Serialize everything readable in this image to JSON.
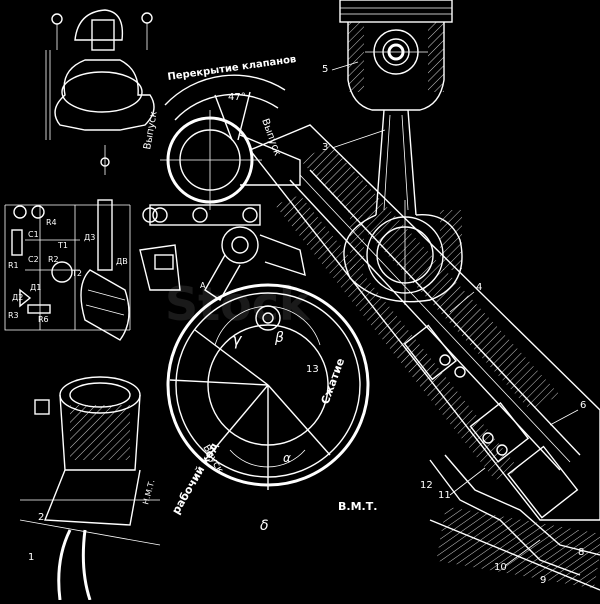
{
  "labels": {
    "valve_overlap": "Перекрытие клапанов",
    "angle_47": "47°",
    "exhaust_1": "Выпуск",
    "exhaust_2": "Выпуск",
    "intake": "Впуск",
    "compression": "Сжатие",
    "power_stroke": "рабочий ход",
    "tdc": "В.М.Т.",
    "bdc": "Н.М.Т.",
    "gamma": "γ",
    "beta": "β",
    "delta": "δ",
    "alpha": "α"
  },
  "callouts": [
    "1",
    "2",
    "3",
    "4",
    "5",
    "6",
    "8",
    "9",
    "10",
    "11",
    "12",
    "13"
  ],
  "circuit": [
    "R4",
    "C1",
    "C2",
    "T1",
    "T2",
    "R1",
    "R2",
    "R3",
    "R6",
    "Д1",
    "Д2",
    "Д3",
    "ДВ",
    "A"
  ],
  "colors": {
    "background": "#000000",
    "ink": "#ffffff"
  }
}
